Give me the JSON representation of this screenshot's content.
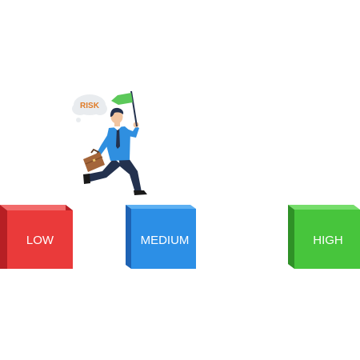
{
  "scene": {
    "speech_bubble": {
      "text": "RISK"
    },
    "blocks": [
      {
        "label": "LOW"
      },
      {
        "label": "MEDIUM"
      },
      {
        "label": "HIGH"
      }
    ]
  },
  "colors": {
    "low_front": "#ea3a3a",
    "low_top": "#f26b6b",
    "low_side": "#b71f24",
    "medium_front": "#2c8fe6",
    "medium_top": "#5db0f2",
    "medium_side": "#1e63b4",
    "high_front": "#47c53c",
    "high_top": "#76dd6b",
    "high_side": "#2f9127",
    "flag": "#5cc95a",
    "shirt": "#2f8fe0",
    "trousers": "#23314e",
    "briefcase": "#a4653a",
    "risk_text": "#e07b27",
    "bubble": "#e9ecef"
  },
  "icons": [
    "flag-icon",
    "briefcase-icon",
    "speech-bubble-icon"
  ]
}
